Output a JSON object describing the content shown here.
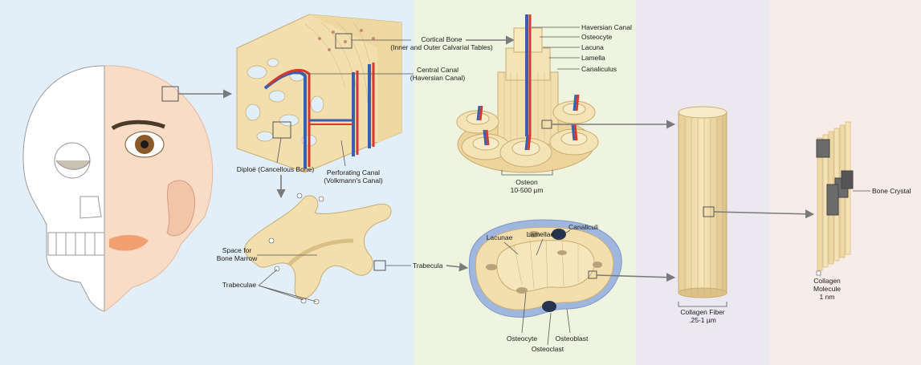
{
  "colors": {
    "panel_skull": "#e3eff8",
    "panel_osteon": "#eef4df",
    "panel_fiber": "#ebe8f0",
    "panel_crystal": "#f7ece7",
    "bone": "#f2dfad",
    "bone_dark": "#d9bf84",
    "artery": "#d23a2e",
    "vein": "#3b5fb0",
    "periosteum": "#9fb7df",
    "osteoclast": "#27344f",
    "crystal": "#6b6b6b",
    "arrow": "#7a7a7a"
  },
  "labels": {
    "cortical_bone": "Cortical Bone",
    "cortical_bone_sub": "(Inner and Outer Calvarial Tables)",
    "central_canal": "Central Canal",
    "central_canal_sub": "(Haversian Canal)",
    "diploe": "Diploë (Cancellous Bone)",
    "perforating_canal": "Perforating Canal",
    "perforating_canal_sub": "(Volkmann's Canal)",
    "haversian_canal": "Haversian Canal",
    "osteocyte_top": "Osteocyte",
    "lacuna": "Lacuna",
    "lamella": "Lamella",
    "canaliculus": "Canaliculus",
    "osteon": "Osteon",
    "osteon_size": "10-500 µm",
    "space_marrow_1": "Space for",
    "space_marrow_2": "Bone Marrow",
    "trabeculae": "Trabeculae",
    "trabecula": "Trabecula",
    "lacunae": "Lacunae",
    "lamellae": "Lamellae",
    "canaliculi": "Canaliculi",
    "osteocyte_bottom": "Osteocyte",
    "osteoclast": "Osteoclast",
    "osteoblast": "Osteoblast",
    "collagen_fiber": "Collagen Fiber",
    "collagen_fiber_size": ".25-1 µm",
    "collagen_molecule_1": "Collagen",
    "collagen_molecule_2": "Molecule",
    "collagen_molecule_size": "1 nm",
    "bone_crystal": "Bone Crystal"
  }
}
